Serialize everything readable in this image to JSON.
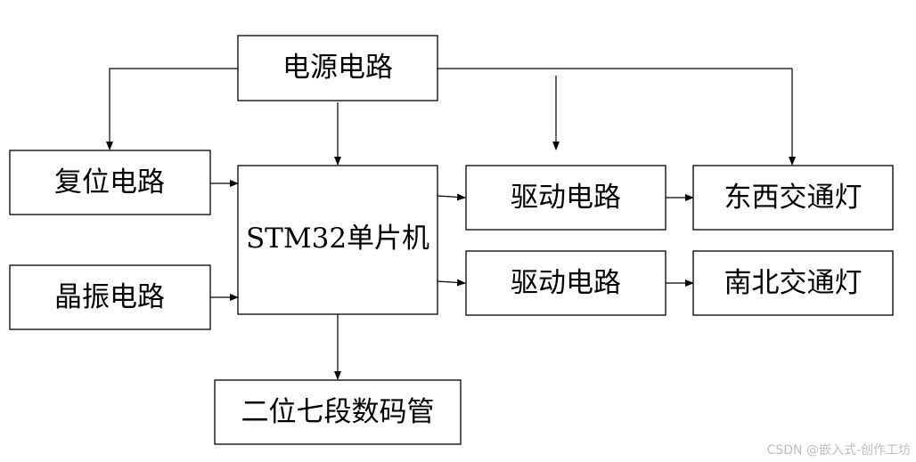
{
  "blocks": {
    "power_circuit": "电源电路",
    "reset_circuit": "复位电路",
    "crystal_circuit": "晶振电路",
    "mcu": "STM32单片机",
    "driver_ew": "驱动电路",
    "driver_ns": "驱动电路",
    "light_ew": "东西交通灯",
    "light_ns": "南北交通灯",
    "seven_segment": "二位七段数码管"
  },
  "watermark": "CSDN @嵌入式-创作工坊"
}
